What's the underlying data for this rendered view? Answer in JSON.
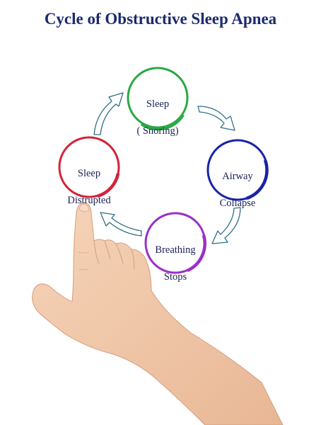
{
  "title": "Cycle of Obstructive Sleep Apnea",
  "nodes": [
    {
      "id": "sleep-snoring",
      "line1": "Sleep",
      "line2": "( Snoring)",
      "color": "#2aa845"
    },
    {
      "id": "airway-collapse",
      "line1": "Airway",
      "line2": "Collapse",
      "color": "#1a22a8"
    },
    {
      "id": "breathing-stops",
      "line1": "Breathing",
      "line2": "Stops",
      "color": "#9b2fc8"
    },
    {
      "id": "sleep-disrupted",
      "line1": "Sleep",
      "line2": "Distrupted",
      "color": "#d2243a"
    }
  ],
  "colors": {
    "title": "#1c2a6e",
    "arrow_stroke": "#2e6f86",
    "skin": "#f2c7a9"
  }
}
